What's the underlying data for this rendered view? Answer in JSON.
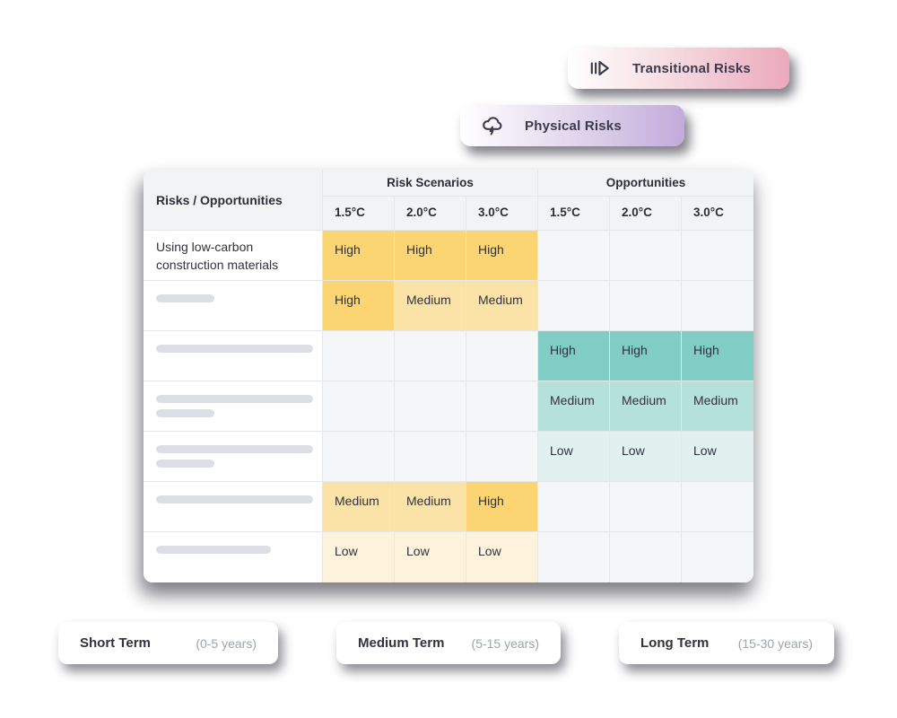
{
  "colors": {
    "risk_high": "#FAD571",
    "risk_medium": "#FBE3A8",
    "risk_low": "#FDF3DC",
    "opportunity_high": "#7FCDC5",
    "opportunity_medium": "#B5E1DB",
    "opportunity_low": "#E0F1EF",
    "empty_cell": "#F5F6F8",
    "header_bg": "#F2F3F5",
    "transitional_accent": "#EBA9BC",
    "physical_accent": "#C2ABDB",
    "text_dark": "#32323E",
    "text_muted": "#9CA3AF",
    "skeleton": "#DCE0E6"
  },
  "legend_badges": [
    {
      "id": "transitional",
      "label": "Transitional Risks",
      "icon": "fast-forward-icon"
    },
    {
      "id": "physical",
      "label": "Physical Risks",
      "icon": "storm-cloud-icon"
    }
  ],
  "table": {
    "corner_header": "Risks / Opportunities",
    "column_groups": [
      {
        "label": "Risk Scenarios",
        "columns": [
          "1.5°C",
          "2.0°C",
          "3.0°C"
        ]
      },
      {
        "label": "Opportunities",
        "columns": [
          "1.5°C",
          "2.0°C",
          "3.0°C"
        ]
      }
    ],
    "rows": [
      {
        "label": "Using low-carbon construction materials",
        "skeleton_bars": [],
        "risk": [
          {
            "text": "High",
            "level": "high"
          },
          {
            "text": "High",
            "level": "high"
          },
          {
            "text": "High",
            "level": "high"
          }
        ],
        "opportunity": [
          null,
          null,
          null
        ]
      },
      {
        "label": null,
        "skeleton_bars": [
          65
        ],
        "risk": [
          {
            "text": "High",
            "level": "high"
          },
          {
            "text": "Medium",
            "level": "medium"
          },
          {
            "text": "Medium",
            "level": "medium"
          }
        ],
        "opportunity": [
          null,
          null,
          null
        ]
      },
      {
        "label": null,
        "skeleton_bars": [
          175
        ],
        "risk": [
          null,
          null,
          null
        ],
        "opportunity": [
          {
            "text": "High",
            "level": "high"
          },
          {
            "text": "High",
            "level": "high"
          },
          {
            "text": "High",
            "level": "high"
          }
        ]
      },
      {
        "label": null,
        "skeleton_bars": [
          175,
          65
        ],
        "risk": [
          null,
          null,
          null
        ],
        "opportunity": [
          {
            "text": "Medium",
            "level": "medium"
          },
          {
            "text": "Medium",
            "level": "medium"
          },
          {
            "text": "Medium",
            "level": "medium"
          }
        ]
      },
      {
        "label": null,
        "skeleton_bars": [
          175,
          65
        ],
        "risk": [
          null,
          null,
          null
        ],
        "opportunity": [
          {
            "text": "Low",
            "level": "low"
          },
          {
            "text": "Low",
            "level": "low"
          },
          {
            "text": "Low",
            "level": "low"
          }
        ]
      },
      {
        "label": null,
        "skeleton_bars": [
          175
        ],
        "risk": [
          {
            "text": "Medium",
            "level": "medium"
          },
          {
            "text": "Medium",
            "level": "medium"
          },
          {
            "text": "High",
            "level": "high"
          }
        ],
        "opportunity": [
          null,
          null,
          null
        ]
      },
      {
        "label": null,
        "skeleton_bars": [
          128
        ],
        "risk": [
          {
            "text": "Low",
            "level": "low"
          },
          {
            "text": "Low",
            "level": "low"
          },
          {
            "text": "Low",
            "level": "low"
          }
        ],
        "opportunity": [
          null,
          null,
          null
        ]
      }
    ]
  },
  "time_terms": [
    {
      "label": "Short Term",
      "range": "(0-5 years)"
    },
    {
      "label": "Medium Term",
      "range": "(5-15 years)"
    },
    {
      "label": "Long Term",
      "range": "(15-30 years)"
    }
  ]
}
